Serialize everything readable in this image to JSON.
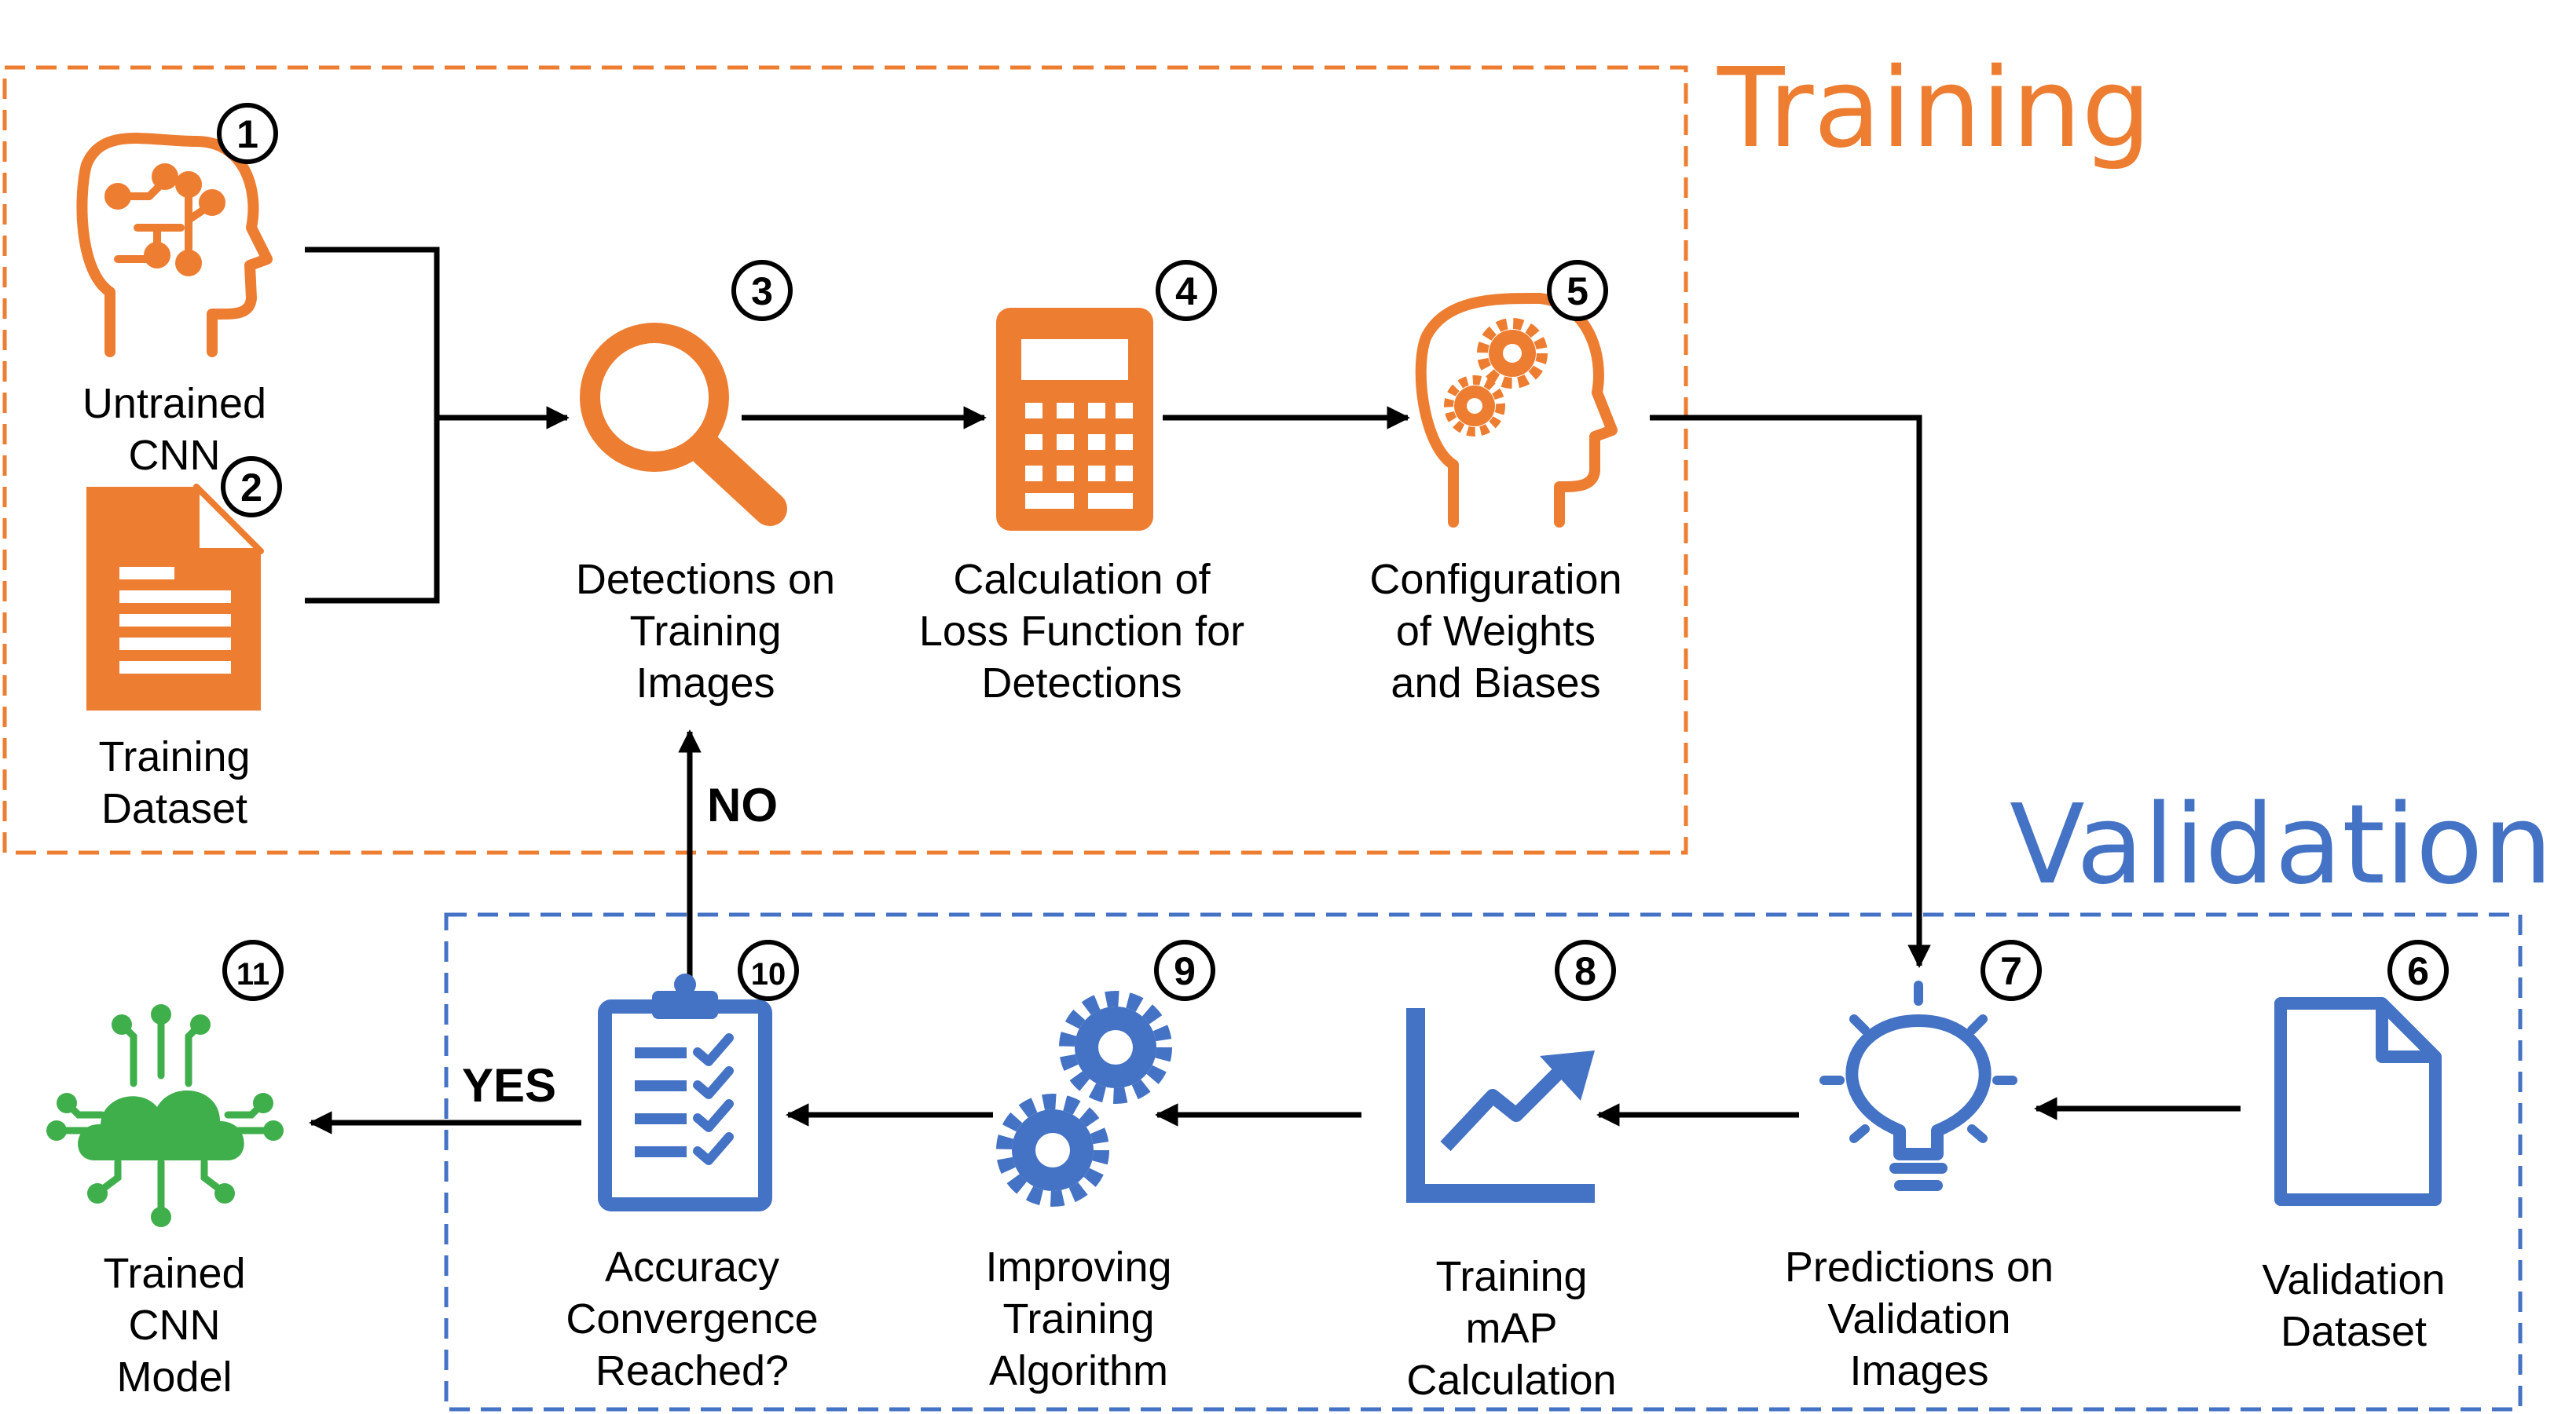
{
  "colors": {
    "training": "#ED7D31",
    "validation": "#4472C4",
    "trained": "#3FAF4B",
    "line": "#000000"
  },
  "sections": {
    "training_title": "Training",
    "validation_title": "Validation"
  },
  "steps": [
    {
      "num": "1",
      "icon": "brain-circuit-head-icon",
      "lines": [
        "Untrained",
        "CNN"
      ]
    },
    {
      "num": "2",
      "icon": "document-icon",
      "lines": [
        "Training",
        "Dataset"
      ]
    },
    {
      "num": "3",
      "icon": "magnifier-icon",
      "lines": [
        "Detections on",
        "Training",
        "Images"
      ]
    },
    {
      "num": "4",
      "icon": "calculator-icon",
      "lines": [
        "Calculation of",
        "Loss Function for",
        "Detections"
      ]
    },
    {
      "num": "5",
      "icon": "gear-head-icon",
      "lines": [
        "Configuration",
        "of Weights",
        "and Biases"
      ]
    },
    {
      "num": "6",
      "icon": "blank-document-icon",
      "lines": [
        "Validation",
        "Dataset"
      ]
    },
    {
      "num": "7",
      "icon": "lightbulb-icon",
      "lines": [
        "Predictions on",
        "Validation",
        "Images"
      ]
    },
    {
      "num": "8",
      "icon": "trend-chart-icon",
      "lines": [
        "Training",
        "mAP",
        "Calculation"
      ]
    },
    {
      "num": "9",
      "icon": "gears-icon",
      "lines": [
        "Improving",
        "Training",
        "Algorithm"
      ]
    },
    {
      "num": "10",
      "icon": "clipboard-checklist-icon",
      "lines": [
        "Accuracy",
        "Convergence",
        "Reached?"
      ]
    },
    {
      "num": "11",
      "icon": "cloud-network-icon",
      "lines": [
        "Trained",
        "CNN",
        "Model"
      ]
    }
  ],
  "decisions": {
    "no": "NO",
    "yes": "YES"
  }
}
